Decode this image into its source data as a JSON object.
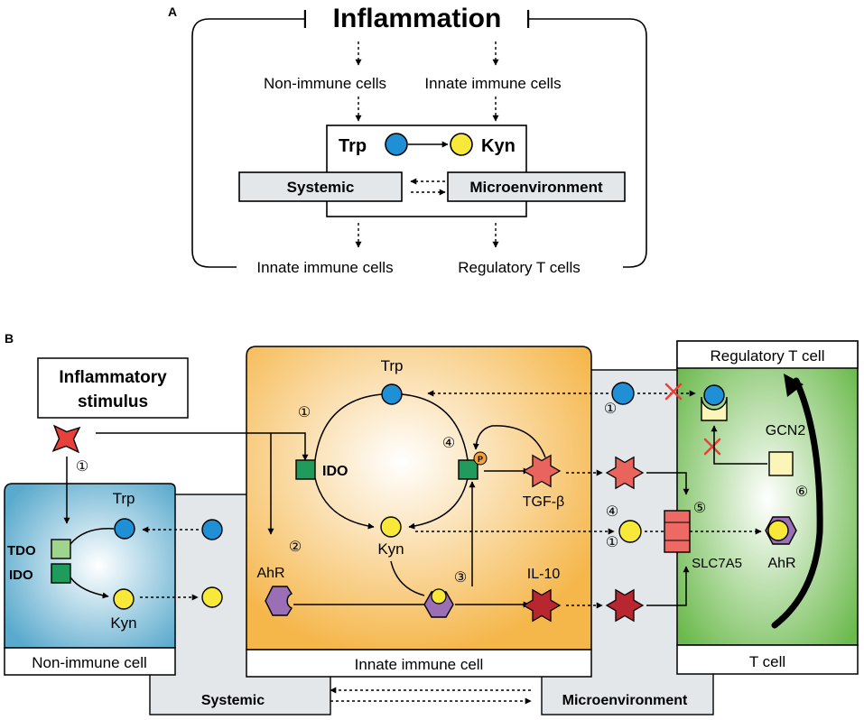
{
  "panel_a": {
    "label": "A",
    "title": "Inflammation",
    "non_immune": "Non-immune cells",
    "innate_top": "Innate immune cells",
    "trp": "Trp",
    "kyn": "Kyn",
    "systemic": "Systemic",
    "micro": "Microenvironment",
    "innate_bottom": "Innate immune cells",
    "treg": "Regulatory T cells"
  },
  "panel_b": {
    "label": "B",
    "stimulus_line1": "Inflammatory",
    "stimulus_line2": "stimulus",
    "non_immune_cell": "Non-immune cell",
    "innate_cell": "Innate immune cell",
    "t_cell": "T cell",
    "treg_cell": "Regulatory T cell",
    "systemic": "Systemic",
    "micro": "Microenvironment",
    "trp": "Trp",
    "kyn": "Kyn",
    "tdo": "TDO",
    "ido": "IDO",
    "ahr": "AhR",
    "tgf": "TGF-β",
    "il10": "IL-10",
    "slc": "SLC7A5",
    "gcn2": "GCN2",
    "phospho": "P",
    "steps": [
      "①",
      "②",
      "③",
      "④",
      "⑤",
      "⑥"
    ]
  },
  "colors": {
    "trp": "#1f8fd6",
    "kyn": "#f7e83a",
    "ido": "#1f9b5c",
    "tdo": "#9fd48c",
    "ahr": "#9b6fb5",
    "tgf": "#e8645c",
    "il10": "#b8262f",
    "slc": "#ec6a63",
    "gcn2": "#fbf5b8",
    "phospho": "#f3a23a",
    "inhibit_x": "#e8403a",
    "non_immune_bg": "#6fb8d6",
    "innate_bg": "#f7c466",
    "t_cell_bg": "#84c466",
    "compartment": "#e3e7ea"
  }
}
